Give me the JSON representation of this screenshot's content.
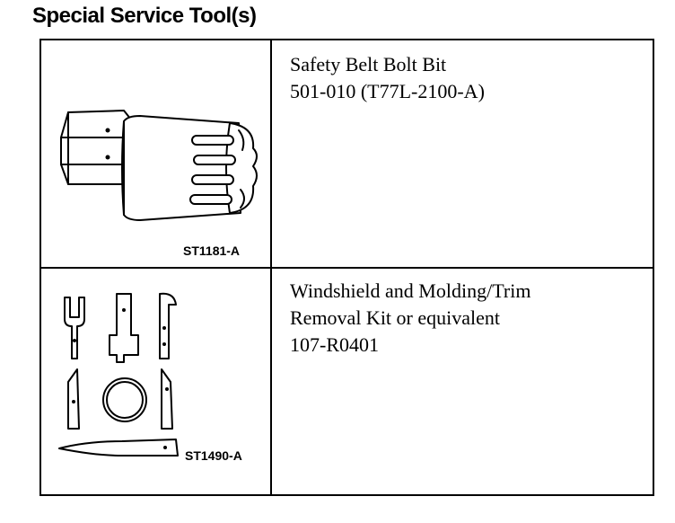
{
  "page": {
    "title": "Special Service Tool(s)"
  },
  "tools": [
    {
      "illustration_code": "ST1181-A",
      "name": "Safety Belt Bolt Bit",
      "part_number": "501-010 (T77L-2100-A)",
      "illustration_icon": "torx-bit-icon"
    },
    {
      "illustration_code": "ST1490-A",
      "name_line1": "Windshield and Molding/Trim",
      "name_line2": "Removal Kit or equivalent",
      "part_number": "107-R0401",
      "illustration_icon": "trim-removal-kit-icon"
    }
  ]
}
